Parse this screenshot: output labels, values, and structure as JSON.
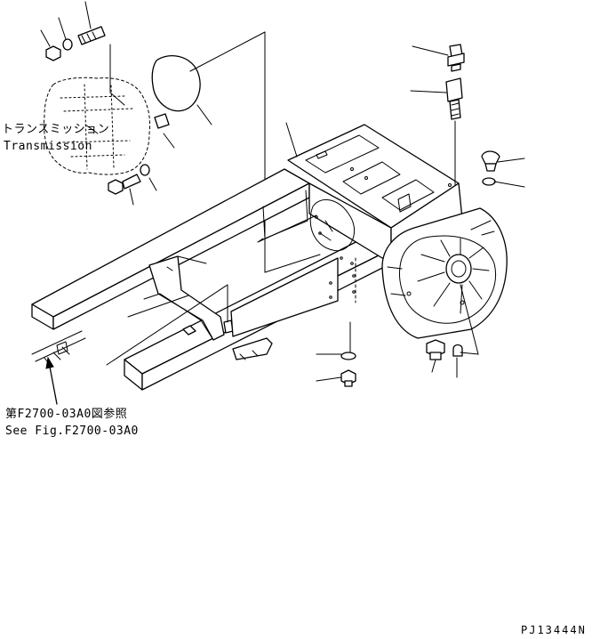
{
  "labels": {
    "transmission_jp": "トランスミッション",
    "transmission_en": "Transmission",
    "see_fig_jp": "第F2700-03A0図参照",
    "see_fig_en": "See Fig.F2700-03A0",
    "drawing_code": "PJ13444N"
  }
}
